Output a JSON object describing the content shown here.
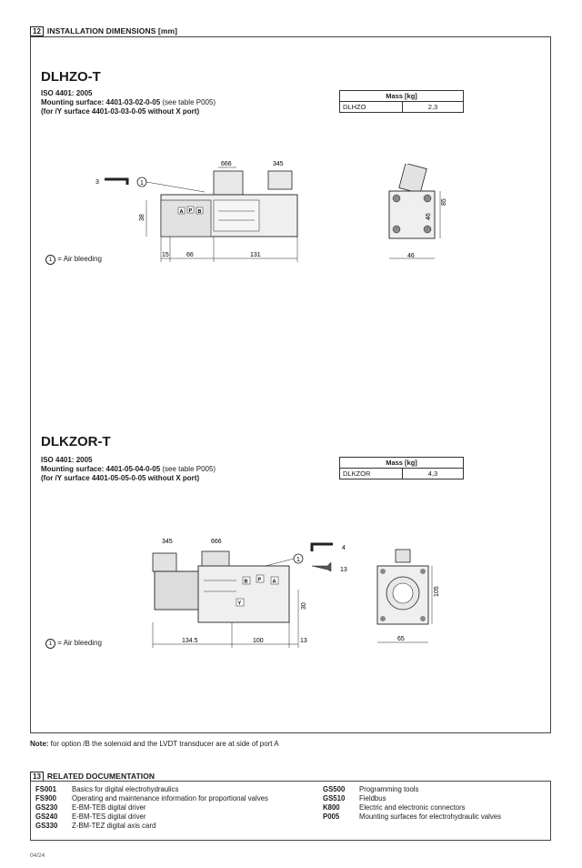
{
  "section12": {
    "num": "12",
    "title": "INSTALLATION DIMENSIONS [mm]"
  },
  "dlhzo": {
    "model": "DLHZO-T",
    "iso": "ISO 4401: 2005",
    "mounting_bold": "Mounting surface: 4401-03-02-0-05",
    "mounting_ref": "(see table P005)",
    "ysurface": "(for /Y surface 4401-03-03-0-05 without X port)",
    "mass_header": "Mass [kg]",
    "mass_name": "DLHZO",
    "mass_value": "2,3",
    "dims": {
      "conn1": "666",
      "conn2": "345",
      "key": "3",
      "h": "38",
      "w1": "15",
      "w2": "66",
      "w3": "131",
      "side_h1": "85",
      "side_h2": "46",
      "side_w": "46",
      "port_a": "A",
      "port_p": "P",
      "port_b": "B"
    },
    "legend_num": "1",
    "legend_text": "= Air bleeding"
  },
  "dlkzor": {
    "model": "DLKZOR-T",
    "iso": "ISO 4401: 2005",
    "mounting_bold": "Mounting surface: 4401-05-04-0-05",
    "mounting_ref": "(see table P005)",
    "ysurface": "(for /Y surface 4401-05-05-0-05 without X port)",
    "mass_header": "Mass [kg]",
    "mass_name": "DLKZOR",
    "mass_value": "4,3",
    "dims": {
      "conn1": "345",
      "conn2": "666",
      "key1": "4",
      "key2": "13",
      "h": "30",
      "w1": "134.5",
      "w2": "100",
      "w3": "13",
      "side_h": "105",
      "side_w": "65",
      "port_b": "B",
      "port_p": "P",
      "port_a": "A",
      "port_y": "Y"
    },
    "legend_num": "1",
    "legend_text": "= Air bleeding"
  },
  "note": {
    "label": "Note:",
    "text": " for option /B the solenoid and the LVDT transducer are at side of port A"
  },
  "section13": {
    "num": "13",
    "title": "RELATED DOCUMENTATION"
  },
  "docs_left": [
    {
      "code": "FS001",
      "desc": "Basics for digital electrohydraulics"
    },
    {
      "code": "FS900",
      "desc": "Operating and maintenance information for proportional valves"
    },
    {
      "code": "GS230",
      "desc": "E-BM-TEB digital driver"
    },
    {
      "code": "GS240",
      "desc": "E-BM-TES digital driver"
    },
    {
      "code": "GS330",
      "desc": "Z-BM-TEZ digital axis card"
    }
  ],
  "docs_right": [
    {
      "code": "GS500",
      "desc": "Programming tools"
    },
    {
      "code": "GS510",
      "desc": "Fieldbus"
    },
    {
      "code": "K800",
      "desc": "Electric and electronic connectors"
    },
    {
      "code": "P005",
      "desc": "Mounting surfaces for electrohydraulic valves"
    }
  ],
  "footer": "04/24"
}
